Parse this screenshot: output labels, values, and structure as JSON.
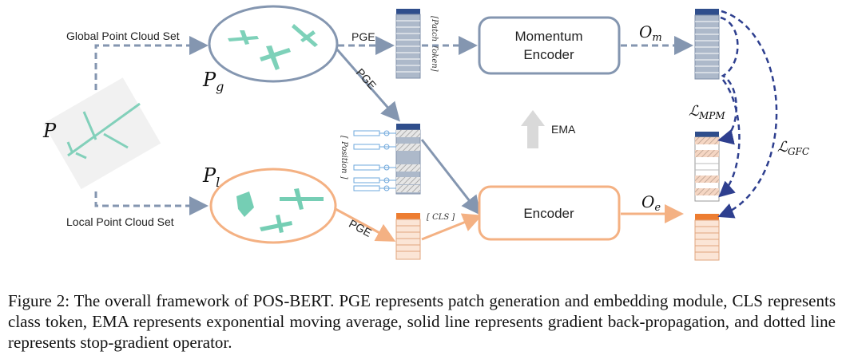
{
  "labels": {
    "global_set": "Global Point Cloud Set",
    "local_set": "Local Point Cloud Set",
    "P": "P",
    "Pg": "P",
    "Pg_sub": "g",
    "Pl": "P",
    "Pl_sub": "l",
    "pge_top": "PGE",
    "pge_diag": "PGE",
    "pge_bottom": "PGE",
    "patch_token": "[Patch Token]",
    "position": "[ Position ]",
    "cls": "[ CLS ]",
    "ema": "EMA",
    "om": "O",
    "om_sub": "m",
    "oe": "O",
    "oe_sub": "e",
    "lmpm": "ℒ",
    "lmpm_sub": "MPM",
    "lgfc": "ℒ",
    "lgfc_sub": "GFC"
  },
  "boxes": {
    "momentum_line1": "Momentum",
    "momentum_line2": "Encoder",
    "encoder": "Encoder"
  },
  "colors": {
    "blue_gray": "#8496b0",
    "dark_blue": "#2f4e8c",
    "navy_dashed": "#2e3f8f",
    "orange": "#f4b183",
    "orange_dark": "#ed7d31",
    "peach": "#fbe5d6",
    "teal": "#5ec6a8"
  },
  "caption": "Figure 2: The overall framework of POS-BERT. PGE represents patch generation and embedding module, CLS represents class token, EMA represents exponential moving average, solid line represents gradient back-propagation, and dotted line represents stop-gradient operator."
}
